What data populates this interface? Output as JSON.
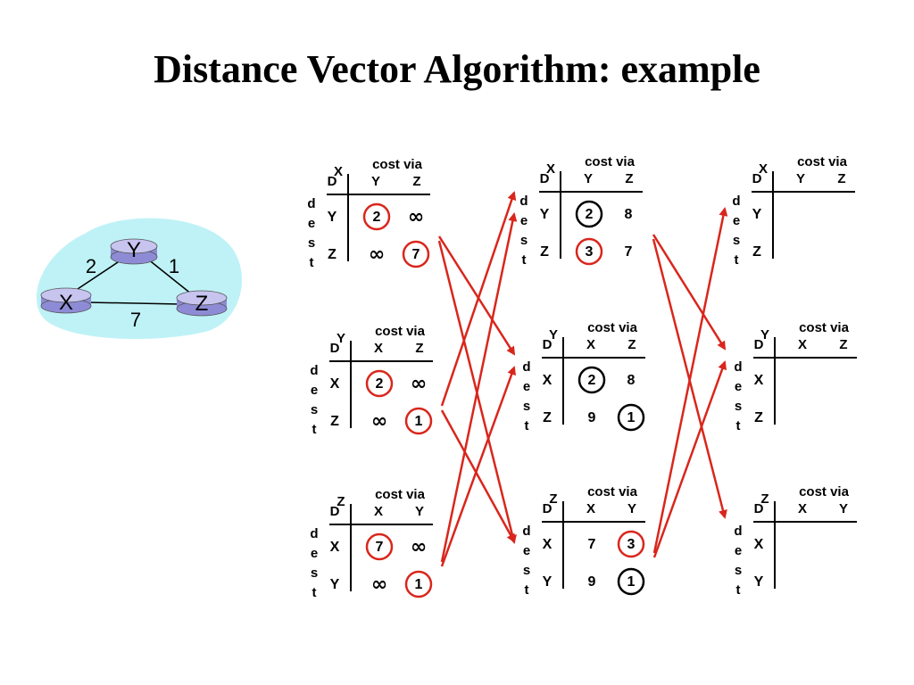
{
  "title": "Distance Vector Algorithm: example",
  "network": {
    "nodes": [
      "Y",
      "X",
      "Z"
    ],
    "links": [
      {
        "from": "X",
        "to": "Y",
        "cost": "2"
      },
      {
        "from": "Y",
        "to": "Z",
        "cost": "1"
      },
      {
        "from": "X",
        "to": "Z",
        "cost": "7"
      }
    ]
  },
  "labels": {
    "cost_via": "cost via",
    "D": "D",
    "dest": [
      "d",
      "e",
      "s",
      "t"
    ]
  },
  "tables": [
    {
      "owner": "X",
      "via": [
        "Y",
        "Z"
      ],
      "rows": [
        {
          "dest": "Y",
          "cells": [
            {
              "v": "2",
              "ring": "red"
            },
            {
              "v": "∞",
              "ring": ""
            }
          ]
        },
        {
          "dest": "Z",
          "cells": [
            {
              "v": "∞",
              "ring": ""
            },
            {
              "v": "7",
              "ring": "red"
            }
          ]
        }
      ]
    },
    {
      "owner": "Y",
      "via": [
        "X",
        "Z"
      ],
      "rows": [
        {
          "dest": "X",
          "cells": [
            {
              "v": "2",
              "ring": "red"
            },
            {
              "v": "∞",
              "ring": ""
            }
          ]
        },
        {
          "dest": "Z",
          "cells": [
            {
              "v": "∞",
              "ring": ""
            },
            {
              "v": "1",
              "ring": "red"
            }
          ]
        }
      ]
    },
    {
      "owner": "Z",
      "via": [
        "X",
        "Y"
      ],
      "rows": [
        {
          "dest": "X",
          "cells": [
            {
              "v": "7",
              "ring": "red"
            },
            {
              "v": "∞",
              "ring": ""
            }
          ]
        },
        {
          "dest": "Y",
          "cells": [
            {
              "v": "∞",
              "ring": ""
            },
            {
              "v": "1",
              "ring": "red"
            }
          ]
        }
      ]
    },
    {
      "owner": "X",
      "via": [
        "Y",
        "Z"
      ],
      "rows": [
        {
          "dest": "Y",
          "cells": [
            {
              "v": "2",
              "ring": "black"
            },
            {
              "v": "8",
              "ring": ""
            }
          ]
        },
        {
          "dest": "Z",
          "cells": [
            {
              "v": "3",
              "ring": "red"
            },
            {
              "v": "7",
              "ring": ""
            }
          ]
        }
      ]
    },
    {
      "owner": "Y",
      "via": [
        "X",
        "Z"
      ],
      "rows": [
        {
          "dest": "X",
          "cells": [
            {
              "v": "2",
              "ring": "black"
            },
            {
              "v": "8",
              "ring": ""
            }
          ]
        },
        {
          "dest": "Z",
          "cells": [
            {
              "v": "9",
              "ring": ""
            },
            {
              "v": "1",
              "ring": "black"
            }
          ]
        }
      ]
    },
    {
      "owner": "Z",
      "via": [
        "X",
        "Y"
      ],
      "rows": [
        {
          "dest": "X",
          "cells": [
            {
              "v": "7",
              "ring": ""
            },
            {
              "v": "3",
              "ring": "red"
            }
          ]
        },
        {
          "dest": "Y",
          "cells": [
            {
              "v": "9",
              "ring": ""
            },
            {
              "v": "1",
              "ring": "black"
            }
          ]
        }
      ]
    },
    {
      "owner": "X",
      "via": [
        "Y",
        "Z"
      ],
      "rows": [
        {
          "dest": "Y",
          "cells": [
            {
              "v": "",
              "ring": ""
            },
            {
              "v": "",
              "ring": ""
            }
          ]
        },
        {
          "dest": "Z",
          "cells": [
            {
              "v": "",
              "ring": ""
            },
            {
              "v": "",
              "ring": ""
            }
          ]
        }
      ]
    },
    {
      "owner": "Y",
      "via": [
        "X",
        "Z"
      ],
      "rows": [
        {
          "dest": "X",
          "cells": [
            {
              "v": "",
              "ring": ""
            },
            {
              "v": "",
              "ring": ""
            }
          ]
        },
        {
          "dest": "Z",
          "cells": [
            {
              "v": "",
              "ring": ""
            },
            {
              "v": "",
              "ring": ""
            }
          ]
        }
      ]
    },
    {
      "owner": "Z",
      "via": [
        "X",
        "Y"
      ],
      "rows": [
        {
          "dest": "X",
          "cells": [
            {
              "v": "",
              "ring": ""
            },
            {
              "v": "",
              "ring": ""
            }
          ]
        },
        {
          "dest": "Y",
          "cells": [
            {
              "v": "",
              "ring": ""
            },
            {
              "v": "",
              "ring": ""
            }
          ]
        }
      ]
    }
  ],
  "colors": {
    "arrow": "#d9261c",
    "ring_red": "#d9261c",
    "ring_black": "#000000",
    "cloud": "#bff2f6",
    "router": "#b9b6ea"
  }
}
